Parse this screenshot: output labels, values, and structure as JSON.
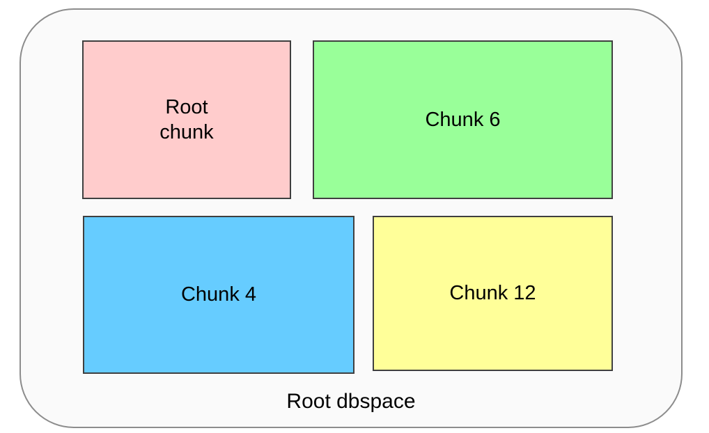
{
  "diagram": {
    "caption": "Root dbspace",
    "container": {
      "fill": "#fafafa",
      "border_color": "#8c8c8c"
    },
    "chunks": [
      {
        "label": "Root\nchunk",
        "color": "#ffcccc"
      },
      {
        "label": "Chunk 6",
        "color": "#99ff99"
      },
      {
        "label": "Chunk 4",
        "color": "#66ccff"
      },
      {
        "label": "Chunk 12",
        "color": "#ffff99"
      }
    ]
  }
}
